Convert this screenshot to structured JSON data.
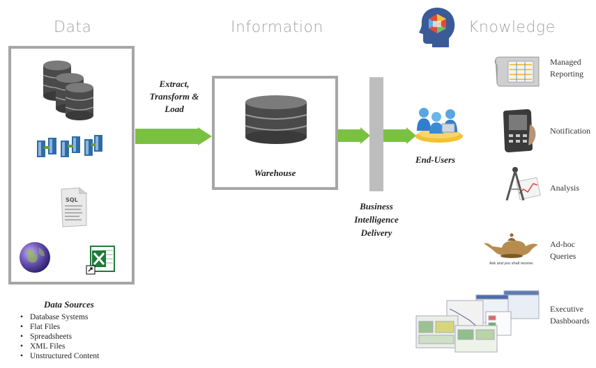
{
  "headings": {
    "data": "Data",
    "information": "Information",
    "knowledge": "Knowledge"
  },
  "etl_label": "Extract, Transform & Load",
  "warehouse_label": "Warehouse",
  "bi_delivery_label": "Business Intelligence Delivery",
  "end_users_label": "End-Users",
  "data_sources": {
    "title": "Data Sources",
    "items": [
      "Database Systems",
      "Flat Files",
      "Spreadsheets",
      "XML Files",
      "Unstructured Content"
    ]
  },
  "sql_doc_text": "SQL",
  "outputs": [
    {
      "label": "Managed Reporting",
      "icon": "report-icon"
    },
    {
      "label": "Notification",
      "icon": "handheld-device-icon"
    },
    {
      "label": "Analysis",
      "icon": "compass-chart-icon"
    },
    {
      "label": "Ad-hoc Queries",
      "icon": "magic-lamp-icon"
    },
    {
      "label": "Executive Dashboards",
      "icon": "dashboards-icon"
    }
  ],
  "lamp_caption": "Ask and you shall receive.",
  "colors": {
    "arrow_green": "#7ac142",
    "box_gray": "#a6a6a6",
    "bar_gray": "#bdbdbd",
    "heading_gray": "#a3a3a3"
  }
}
